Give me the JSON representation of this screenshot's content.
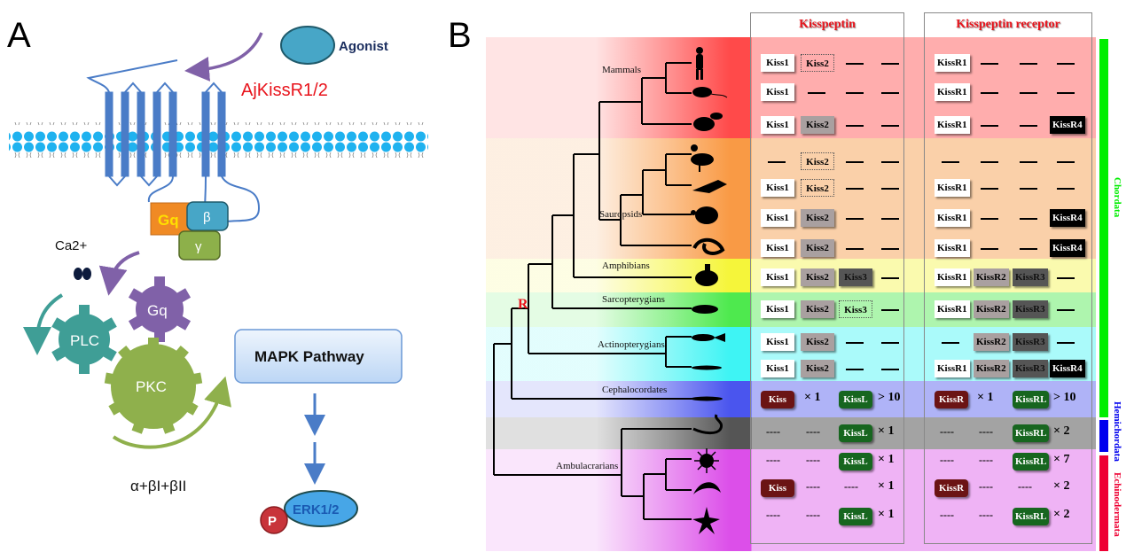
{
  "panel_a": {
    "label": "A",
    "agonist": "Agonist",
    "receptor": "AjKissR1/2",
    "g_alpha": "Gq",
    "g_beta": "β",
    "g_gamma": "γ",
    "calcium": "Ca2+",
    "gear_gq": "Gq",
    "gear_plc": "PLC",
    "gear_pkc": "PKC",
    "pkc_isoforms": "α+βI+βII",
    "mapk": "MAPK Pathway",
    "erk": "ERK1/2",
    "phospho": "P",
    "colors": {
      "receptor_label": "#e8141c",
      "membrane": "#1fb2ef",
      "receptor": "#4a7cc7",
      "gq": "#f08a24",
      "beta": "#47a6c7",
      "gamma": "#8db04a",
      "gear_gq": "#8061a8",
      "gear_plc": "#3f9e96",
      "gear_pkc": "#8fb04c"
    }
  },
  "panel_b": {
    "label": "B",
    "col_headers": {
      "kisspeptin": "Kisspeptin",
      "receptor": "Kisspeptin receptor"
    },
    "root_marker": "R",
    "clades": [
      "Mammals",
      "Sauropsids",
      "Amphibians",
      "Sarcopterygians",
      "Actinopterygians",
      "Cephalocordates",
      "Ambulacrarians"
    ],
    "phyla": [
      {
        "name": "Chordata",
        "color": "#00ee00"
      },
      {
        "name": "Hemichordata",
        "color": "#0000ee"
      },
      {
        "name": "Echinodermata",
        "color": "#ee0033"
      }
    ],
    "species_icons": [
      "human-icon",
      "mouse-icon",
      "platypus-icon",
      "duck-icon",
      "crocodile-icon",
      "turtle-icon",
      "snake-icon",
      "frog-icon",
      "coelacanth-icon",
      "zebrafish-icon",
      "lamprey-like-fish-icon",
      "amphioxus-icon",
      "acorn-worm-icon",
      "sea-urchin-icon",
      "sea-cucumber-icon",
      "starfish-icon"
    ],
    "rows": [
      {
        "group": "mammals",
        "kiss": [
          [
            "Kiss1",
            "white"
          ],
          [
            "Kiss2",
            "dotted"
          ],
          [
            "—",
            "dash"
          ],
          [
            "—",
            "dash"
          ]
        ],
        "recep": [
          [
            "KissR1",
            "white"
          ],
          [
            "—",
            "dash"
          ],
          [
            "—",
            "dash"
          ],
          [
            "—",
            "dash"
          ]
        ]
      },
      {
        "group": "mammals",
        "kiss": [
          [
            "Kiss1",
            "white"
          ],
          [
            "—",
            "dash"
          ],
          [
            "—",
            "dash"
          ],
          [
            "—",
            "dash"
          ]
        ],
        "recep": [
          [
            "KissR1",
            "white"
          ],
          [
            "—",
            "dash"
          ],
          [
            "—",
            "dash"
          ],
          [
            "—",
            "dash"
          ]
        ]
      },
      {
        "group": "mammals",
        "kiss": [
          [
            "Kiss1",
            "white"
          ],
          [
            "Kiss2",
            "light"
          ],
          [
            "—",
            "dash"
          ],
          [
            "—",
            "dash"
          ]
        ],
        "recep": [
          [
            "KissR1",
            "white"
          ],
          [
            "—",
            "dash"
          ],
          [
            "—",
            "dash"
          ],
          [
            "KissR4",
            "black"
          ]
        ]
      },
      {
        "group": "sauropsids",
        "kiss": [
          [
            "—",
            "dash"
          ],
          [
            "Kiss2",
            "dotted"
          ],
          [
            "—",
            "dash"
          ],
          [
            "—",
            "dash"
          ]
        ],
        "recep": [
          [
            "—",
            "dash"
          ],
          [
            "—",
            "dash"
          ],
          [
            "—",
            "dash"
          ],
          [
            "—",
            "dash"
          ]
        ]
      },
      {
        "group": "sauropsids",
        "kiss": [
          [
            "Kiss1",
            "white"
          ],
          [
            "Kiss2",
            "dotted"
          ],
          [
            "—",
            "dash"
          ],
          [
            "—",
            "dash"
          ]
        ],
        "recep": [
          [
            "KissR1",
            "white"
          ],
          [
            "—",
            "dash"
          ],
          [
            "—",
            "dash"
          ],
          [
            "—",
            "dash"
          ]
        ]
      },
      {
        "group": "sauropsids",
        "kiss": [
          [
            "Kiss1",
            "white"
          ],
          [
            "Kiss2",
            "light"
          ],
          [
            "—",
            "dash"
          ],
          [
            "—",
            "dash"
          ]
        ],
        "recep": [
          [
            "KissR1",
            "white"
          ],
          [
            "—",
            "dash"
          ],
          [
            "—",
            "dash"
          ],
          [
            "KissR4",
            "black"
          ]
        ]
      },
      {
        "group": "sauropsids",
        "kiss": [
          [
            "Kiss1",
            "white"
          ],
          [
            "Kiss2",
            "light"
          ],
          [
            "—",
            "dash"
          ],
          [
            "—",
            "dash"
          ]
        ],
        "recep": [
          [
            "KissR1",
            "white"
          ],
          [
            "—",
            "dash"
          ],
          [
            "—",
            "dash"
          ],
          [
            "KissR4",
            "black"
          ]
        ]
      },
      {
        "group": "amphibians",
        "kiss": [
          [
            "Kiss1",
            "white"
          ],
          [
            "Kiss2",
            "light"
          ],
          [
            "Kiss3",
            "dark"
          ],
          [
            "—",
            "dash"
          ]
        ],
        "recep": [
          [
            "KissR1",
            "white"
          ],
          [
            "KissR2",
            "light"
          ],
          [
            "KissR3",
            "dark"
          ],
          [
            "—",
            "dash"
          ]
        ]
      },
      {
        "group": "sarcopterygians",
        "kiss": [
          [
            "Kiss1",
            "white"
          ],
          [
            "Kiss2",
            "light"
          ],
          [
            "Kiss3",
            "dotted"
          ],
          [
            "—",
            "dash"
          ]
        ],
        "recep": [
          [
            "KissR1",
            "white"
          ],
          [
            "KissR2",
            "light"
          ],
          [
            "KissR3",
            "dark"
          ],
          [
            "—",
            "dash"
          ]
        ]
      },
      {
        "group": "actinopterygians",
        "kiss": [
          [
            "Kiss1",
            "white"
          ],
          [
            "Kiss2",
            "light"
          ],
          [
            "—",
            "dash"
          ],
          [
            "—",
            "dash"
          ]
        ],
        "recep": [
          [
            "—",
            "dash"
          ],
          [
            "KissR2",
            "light"
          ],
          [
            "KissR3",
            "dark"
          ],
          [
            "—",
            "dash"
          ]
        ]
      },
      {
        "group": "actinopterygians",
        "kiss": [
          [
            "Kiss1",
            "white"
          ],
          [
            "Kiss2",
            "light"
          ],
          [
            "—",
            "dash"
          ],
          [
            "—",
            "dash"
          ]
        ],
        "recep": [
          [
            "KissR1",
            "white"
          ],
          [
            "KissR2",
            "light"
          ],
          [
            "KissR3",
            "dark"
          ],
          [
            "KissR4",
            "black"
          ]
        ]
      },
      {
        "group": "cephalochordates",
        "kiss": [
          [
            "Kiss",
            "maroon"
          ],
          [
            "× 1",
            "count"
          ],
          [
            "KissL",
            "green"
          ],
          [
            "> 10",
            "count"
          ]
        ],
        "recep": [
          [
            "KissR",
            "maroon"
          ],
          [
            "× 1",
            "count"
          ],
          [
            "KissRL",
            "green"
          ],
          [
            "> 10",
            "count"
          ]
        ]
      },
      {
        "group": "hemichordates",
        "kiss": [
          [
            "----",
            "ddash"
          ],
          [
            "----",
            "ddash"
          ],
          [
            "KissL",
            "green"
          ],
          [
            "× 1",
            "count"
          ]
        ],
        "recep": [
          [
            "----",
            "ddash"
          ],
          [
            "----",
            "ddash"
          ],
          [
            "KissRL",
            "green"
          ],
          [
            "× 2",
            "count"
          ]
        ]
      },
      {
        "group": "echinoderms",
        "kiss": [
          [
            "----",
            "ddash"
          ],
          [
            "----",
            "ddash"
          ],
          [
            "KissL",
            "green"
          ],
          [
            "× 1",
            "count"
          ]
        ],
        "recep": [
          [
            "----",
            "ddash"
          ],
          [
            "----",
            "ddash"
          ],
          [
            "KissRL",
            "green"
          ],
          [
            "× 7",
            "count"
          ]
        ]
      },
      {
        "group": "echinoderms",
        "kiss": [
          [
            "Kiss",
            "maroon"
          ],
          [
            "----",
            "ddash"
          ],
          [
            "----",
            "ddash"
          ],
          [
            "× 1",
            "count"
          ]
        ],
        "recep": [
          [
            "KissR",
            "maroon"
          ],
          [
            "----",
            "ddash"
          ],
          [
            "----",
            "ddash"
          ],
          [
            "× 2",
            "count"
          ]
        ]
      },
      {
        "group": "echinoderms",
        "kiss": [
          [
            "----",
            "ddash"
          ],
          [
            "----",
            "ddash"
          ],
          [
            "KissL",
            "green"
          ],
          [
            "× 1",
            "count"
          ]
        ],
        "recep": [
          [
            "----",
            "ddash"
          ],
          [
            "----",
            "ddash"
          ],
          [
            "KissRL",
            "green"
          ],
          [
            "× 2",
            "count"
          ]
        ]
      }
    ],
    "band_colors": {
      "mammals": "#ff4a4a",
      "sauropsids": "#f99a45",
      "amphibians": "#f5f53a",
      "sarcopterygians": "#4ee94e",
      "actinopterygians": "#3ef4f4",
      "cephalochordates": "#4a55ee",
      "hemichordates": "#555555",
      "echinoderms": "#dc4fe9"
    },
    "table_tints": {
      "mammals": "#ffadad",
      "sauropsids": "#fad0a9",
      "amphibians": "#fafaae",
      "sarcopterygians": "#aef5ae",
      "actinopterygians": "#aafafa",
      "cephalochordates": "#afb3f7",
      "hemichordates": "#a3a3a3",
      "echinoderms": "#efb3f5"
    }
  }
}
